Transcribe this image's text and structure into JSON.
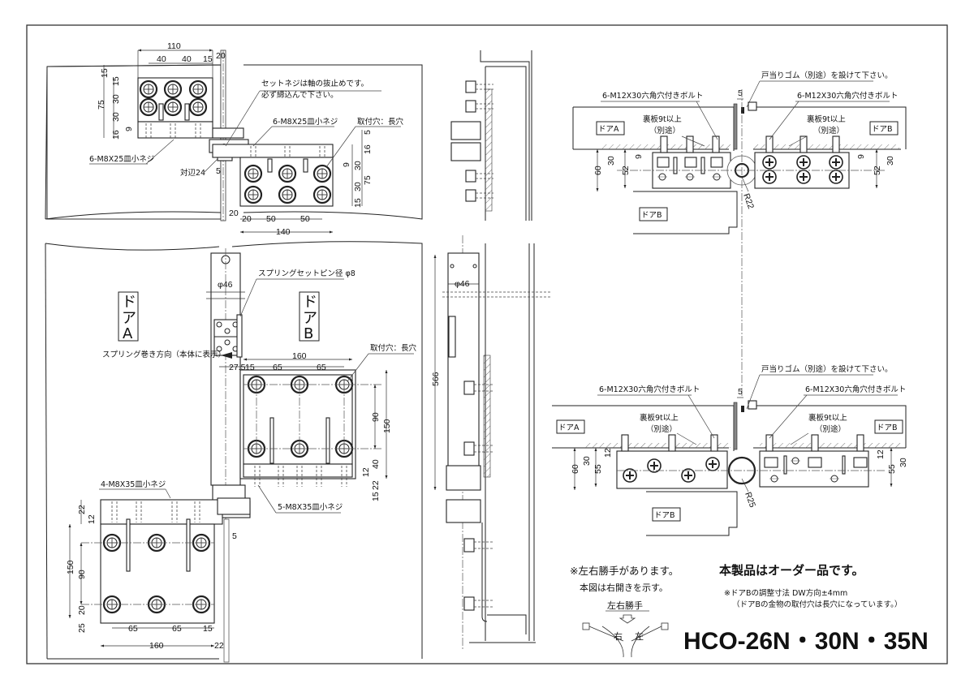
{
  "colors": {
    "line": "#222222",
    "background": "#ffffff"
  },
  "product": {
    "model": "HCO-26N・30N・35N",
    "order_notice": "本製品はオーダー品です。",
    "adjust_note": "※ドアBの調整寸法 DW方向±4mm",
    "adjust_note2": "（ドアBの金物の取付穴は長穴になっています。）",
    "handed_note": "※左右勝手があります。",
    "handed_note2": "本図は右開きを示す。",
    "handed_title": "左右勝手",
    "right_label": "右",
    "left_label": "左"
  },
  "top_view": {
    "dims_top": [
      "110",
      "40",
      "40",
      "15",
      "20"
    ],
    "dims_left": [
      "15",
      "75",
      "30",
      "15",
      "30",
      "9",
      "16"
    ],
    "screw_label": "6-M8X25皿小ネジ",
    "setscrew_note1": "セットネジは軸の抜止めです。",
    "setscrew_note2": "必ず締込んで下さい。",
    "screw_label_b": "6-M8X25皿小ネジ",
    "slot_label": "取付穴：長穴",
    "across_flats": "対辺24",
    "dim_5": "5",
    "dims_right": [
      "5",
      "16",
      "9",
      "30",
      "75",
      "30",
      "15"
    ],
    "dims_bottom": [
      "20",
      "20",
      "50",
      "50",
      "140"
    ]
  },
  "front_view": {
    "door_a": [
      "ド",
      "ア",
      "A"
    ],
    "door_b": [
      "ド",
      "ア",
      "B"
    ],
    "phi46": "φ46",
    "spring_pin": "スプリングセットピン径 φ8",
    "spring_dir": "スプリング巻き方向（本体に表示）",
    "slot_label": "取付穴：長穴",
    "dims_b_top": [
      "160",
      "27.5",
      "15",
      "65",
      "65"
    ],
    "dims_b_right": [
      "90",
      "150",
      "40",
      "12",
      "22",
      "15"
    ],
    "screw_b": "5-M8X35皿小ネジ",
    "screw_a": "4-M8X35皿小ネジ",
    "dims_a_left": [
      "22",
      "12",
      "150",
      "90",
      "20",
      "25"
    ],
    "dims_a_bottom": [
      "65",
      "65",
      "15",
      "160",
      "22"
    ],
    "dim_5": "5"
  },
  "side_view": {
    "phi46": "φ46",
    "height": "566"
  },
  "plan_top": {
    "rubber_note": "戸当りゴム（別途）を設けて下さい。",
    "bolt_left": "6-M12X30六角穴付きボルト",
    "bolt_right": "6-M12X30六角穴付きボルト",
    "door_a": "ドアA",
    "door_b": "ドアB",
    "door_b_lower": "ドアB",
    "backing_left1": "裏板9t以上",
    "backing_left2": "（別途）",
    "backing_right1": "裏板9t以上",
    "backing_right2": "（別途）",
    "gap": "5",
    "dims_left": [
      "60",
      "30",
      "52",
      "9"
    ],
    "dims_right": [
      "9",
      "52",
      "30"
    ],
    "radius": "R22"
  },
  "plan_bottom": {
    "rubber_note": "戸当りゴム（別途）を設けて下さい。",
    "bolt_left": "6-M12X30六角穴付きボルト",
    "bolt_right": "6-M12X30六角穴付きボルト",
    "door_a": "ドアA",
    "door_b": "ドアB",
    "door_b_lower": "ドアB",
    "backing_left1": "裏板9t以上",
    "backing_left2": "（別途）",
    "backing_right1": "裏板9t以上",
    "backing_right2": "（別途）",
    "gap": "5",
    "dims_left": [
      "60",
      "30",
      "55",
      "12"
    ],
    "dims_right": [
      "12",
      "55",
      "30"
    ],
    "radius": "R25"
  }
}
